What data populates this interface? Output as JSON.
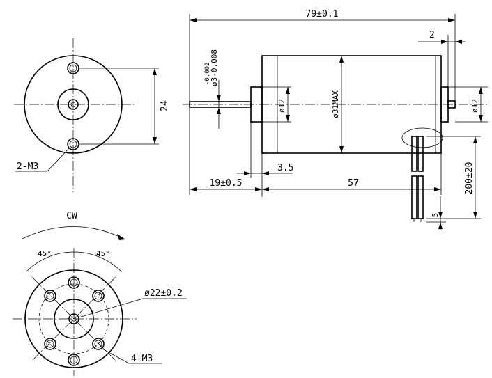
{
  "labels": {
    "overall_length": "79±0.1",
    "rear_shaft_length": "2",
    "shaft_tolerance_upper": "-0.002",
    "shaft_tolerance_lower": "ø3-0.008",
    "shaft_tolerance": "ø3-0.008",
    "front_boss_dia": "ø12",
    "body_dia": "ø31MAX",
    "rear_boss_dia": "ø12",
    "boss_height": "3.5",
    "shaft_extension": "19±0.5",
    "body_length": "57",
    "lead_length": "200±20",
    "lead_strip": "5",
    "hole_spacing": "24",
    "front_holes": "2-M3",
    "rotation": "CW",
    "angle_left": "45°",
    "angle_right": "45°",
    "pcd": "ø22±0.2",
    "rear_holes": "4-M3"
  }
}
